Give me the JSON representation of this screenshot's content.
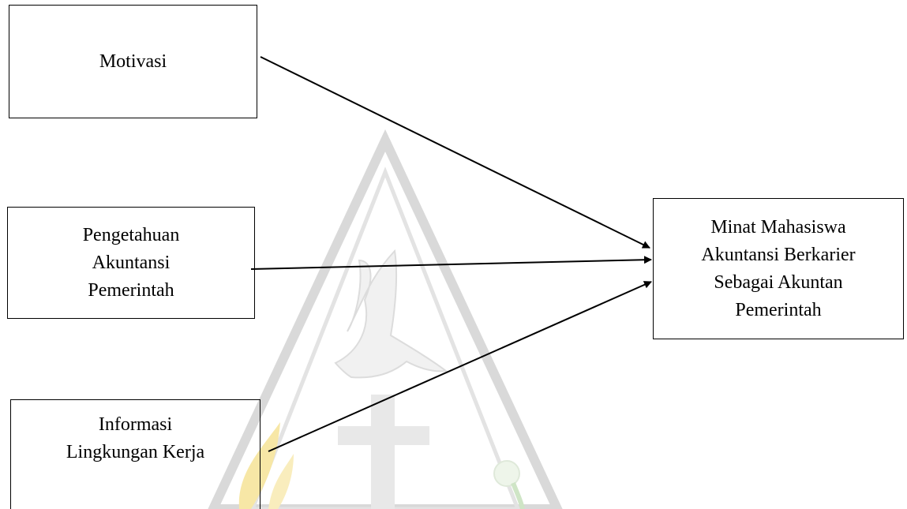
{
  "diagram": {
    "nodes": {
      "motivasi": {
        "lines": [
          "Motivasi"
        ]
      },
      "pengetahuan": {
        "lines": [
          "Pengetahuan",
          "Akuntansi",
          "Pemerintah"
        ]
      },
      "informasi": {
        "lines": [
          "Informasi",
          "Lingkungan Kerja"
        ]
      },
      "minat": {
        "lines": [
          "Minat Mahasiswa",
          "Akuntansi Berkarier",
          "Sebagai Akuntan",
          "Pemerintah"
        ]
      }
    },
    "edges": [
      {
        "from": "motivasi",
        "to": "minat"
      },
      {
        "from": "pengetahuan",
        "to": "minat"
      },
      {
        "from": "informasi",
        "to": "minat"
      }
    ],
    "line_color": "#000000",
    "watermark_colors": {
      "outline": "#d9d9d9",
      "fill": "#f2f2f2",
      "cross": "#e6e6e6",
      "flame": "#f7e7a6",
      "flower": "#dff0d8"
    }
  }
}
